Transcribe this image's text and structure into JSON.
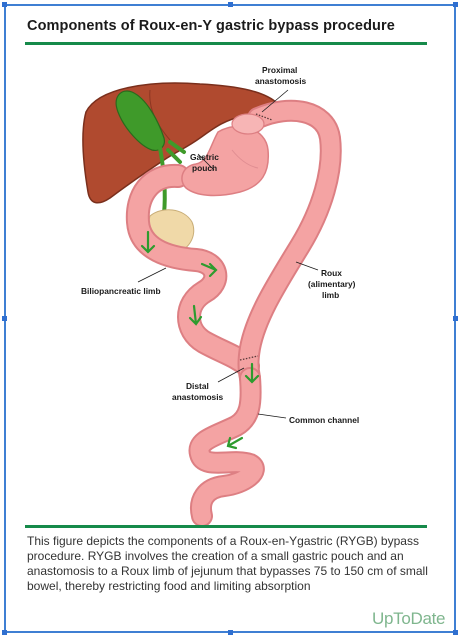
{
  "title": "Components of Roux-en-Y gastric bypass procedure",
  "labels": {
    "proximal_1": "Proximal",
    "proximal_2": "anastomosis",
    "gastric_1": "Gastric",
    "gastric_2": "pouch",
    "roux_1": "Roux",
    "roux_2": "(alimentary)",
    "roux_3": "limb",
    "bilio": "Biliopancreatic limb",
    "distal_1": "Distal",
    "distal_2": "anastomosis",
    "common": "Common channel"
  },
  "caption": "This figure depicts the components of a Roux-en-Ygastric (RYGB) bypass procedure. RYGB involves the creation of a small gastric pouch and an anastomosis to a Roux limb of jejunum that bypasses 75 to 150 cm of small bowel, thereby restricting food and limiting absorption",
  "brand": "UpToDate",
  "colors": {
    "frame": "#3f7fd3",
    "rule": "#168a4a",
    "liver": "#b04a2f",
    "gallbladder": "#3f9a2a",
    "intestine": "#f4a3a3",
    "intestine_edge": "#dd7f83",
    "arrow": "#2e9b2e",
    "brand": "#7fb68e"
  }
}
